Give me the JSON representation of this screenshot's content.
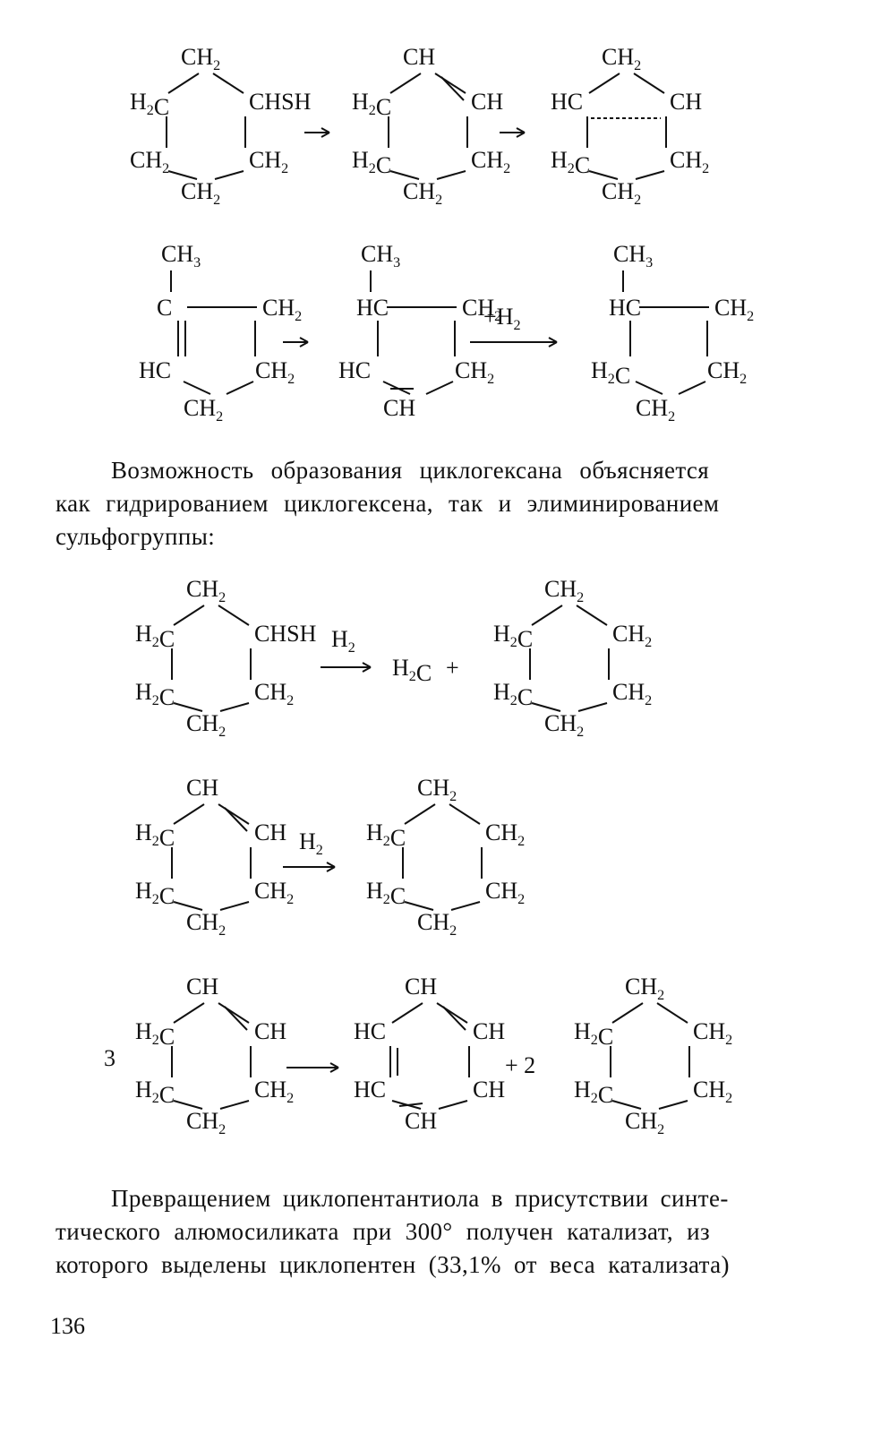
{
  "paragraph1": {
    "lines": [
      "Возможность образования циклогексана объясняется",
      "как гидрированием циклогексена, так и элиминированием",
      "сульфогруппы:"
    ]
  },
  "paragraph2": {
    "lines": [
      "Превращением циклопентантиола в присутствии синте-",
      "тического алюмосиликата при 300° получен катализат, из",
      "которого выделены циклопентен (33,1% от веса катализата)"
    ]
  },
  "page_number": "136",
  "scheme_labels": {
    "ch": "CH",
    "ch2": "CH",
    "ch3": "CH",
    "h2c": "H",
    "hc": "HC",
    "c": "C",
    "chsh": "CHSH",
    "h2s": "H",
    "plus_h2": "+H",
    "h2": "H",
    "sub2": "2",
    "sub3": "3",
    "plus": "+",
    "plus_2": "+ 2",
    "coef3": "3",
    "arrow": "→"
  }
}
